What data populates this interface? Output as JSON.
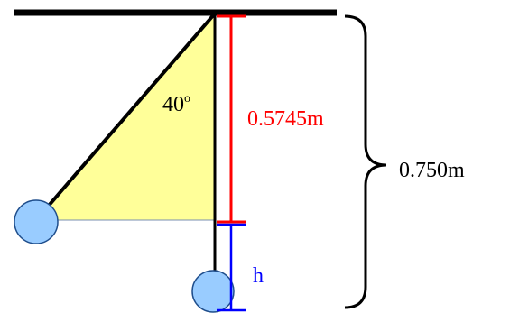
{
  "diagram": {
    "angle_label": {
      "value": "40",
      "unit_superscript": "o"
    },
    "length_label": "0.5745m",
    "total_label": "0.750m",
    "height_label": "h"
  },
  "colors": {
    "triangle_fill": "#ffff99",
    "bob_fill": "#99ccff",
    "bob_stroke": "#1f4e8c",
    "string": "#000000",
    "length_marker": "#ff0000",
    "height_marker": "#0000ff"
  }
}
